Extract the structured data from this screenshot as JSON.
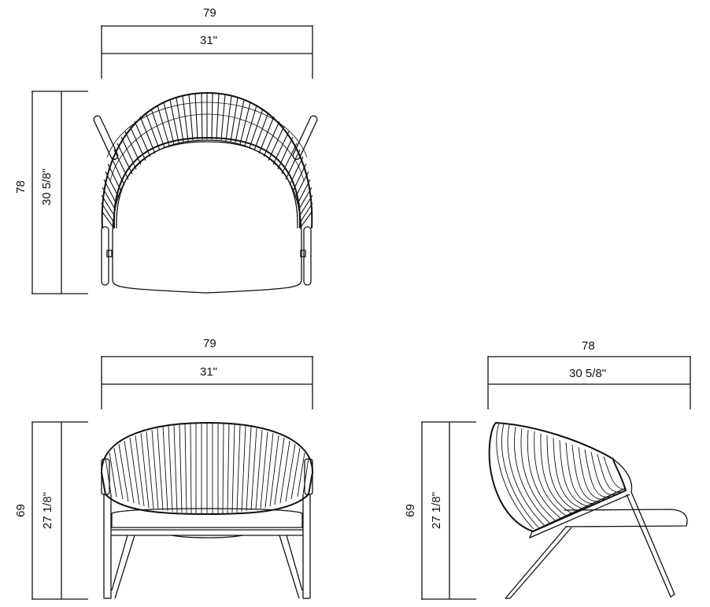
{
  "views": {
    "top": {
      "width_cm": "79",
      "width_in": "31\"",
      "depth_cm": "78",
      "depth_in": "30 5/8\""
    },
    "front": {
      "width_cm": "79",
      "width_in": "31\"",
      "height_cm": "69",
      "height_in": "27 1/8\""
    },
    "side": {
      "depth_cm": "78",
      "depth_in": "30 5/8\"",
      "height_cm": "69",
      "height_in": "27 1/8\""
    }
  },
  "colors": {
    "line": "#111111",
    "background": "#ffffff"
  }
}
